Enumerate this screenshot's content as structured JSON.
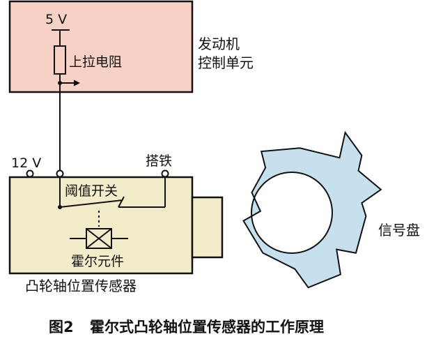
{
  "ecu": {
    "title_line1": "发动机",
    "title_line2": "控制单元",
    "fill": "#f7d1c4",
    "voltage": "5 V",
    "resistor": "上拉电阻"
  },
  "sensor": {
    "name": "凸轮轴位置传感器",
    "fill": "#f3ecc8",
    "supply": "12 V",
    "ground": "搭铁",
    "switch": "阈值开关",
    "hall": "霍尔元件"
  },
  "wheel": {
    "name": "信号盘",
    "fill": "#c6e0ee"
  },
  "caption": {
    "prefix": "图2",
    "text": "霍尔式凸轮轴位置传感器的工作原理"
  }
}
